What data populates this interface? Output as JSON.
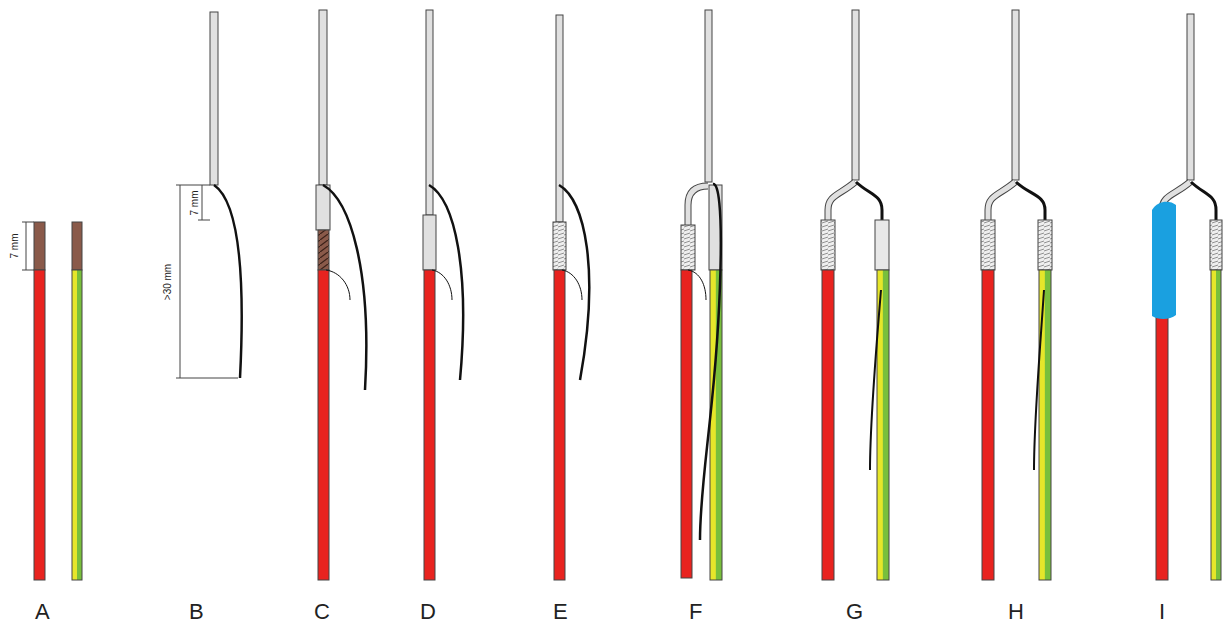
{
  "diagram": {
    "labels": [
      "7 mm",
      "A",
      "7 mm",
      ">30 mm",
      "B",
      "C",
      "D",
      "E",
      "F",
      "G",
      "H",
      "I"
    ]
  }
}
